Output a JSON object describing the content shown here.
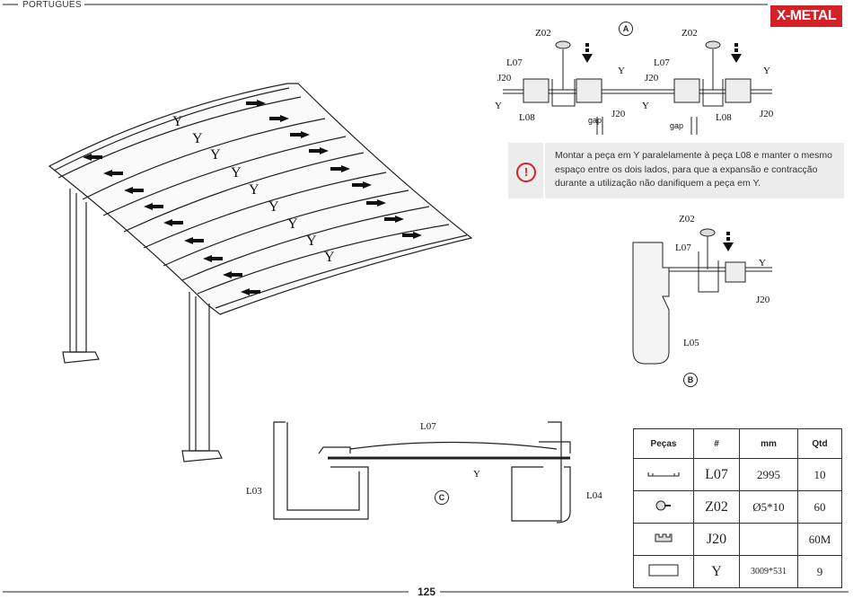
{
  "header": {
    "language": "PORTUGUÊS",
    "brand": "X-METAL"
  },
  "footer": {
    "page_number": "125"
  },
  "note": {
    "icon": "warning-icon",
    "text": "Montar a peça em Y paralelamente à peça L08 e manter o mesmo espaço entre os dois lados, para que a expansão e contracção durante a utilização não danifiquem a peça em Y."
  },
  "detail_markers": {
    "a": "A",
    "b": "B",
    "c": "C"
  },
  "detail_a": {
    "labels": [
      "Z02",
      "L07",
      "J20",
      "Y",
      "L08",
      "J20",
      "Y",
      "Z02",
      "L07",
      "J20",
      "Y",
      "L08",
      "J20",
      "Y"
    ],
    "gap": "gap"
  },
  "detail_b": {
    "labels": [
      "Z02",
      "L07",
      "Y",
      "J20",
      "L05"
    ]
  },
  "detail_c": {
    "labels": [
      "L07",
      "L03",
      "Y",
      "L04"
    ]
  },
  "carport": {
    "panel_label": "Y"
  },
  "table": {
    "headers": [
      "Peças",
      "#",
      "mm",
      "Qtd"
    ],
    "rows": [
      {
        "icon": "l07-profile-icon",
        "code": "L07",
        "mm": "2995",
        "qty": "10"
      },
      {
        "icon": "z02-screw-icon",
        "code": "Z02",
        "mm": "Ø5*10",
        "qty": "60"
      },
      {
        "icon": "j20-gasket-icon",
        "code": "J20",
        "mm": "",
        "qty": "60M"
      },
      {
        "icon": "y-panel-icon",
        "code": "Y",
        "mm": "3009*531",
        "qty": "9"
      }
    ]
  },
  "colors": {
    "brand": "#d42027",
    "note_bg": "#ececec"
  }
}
